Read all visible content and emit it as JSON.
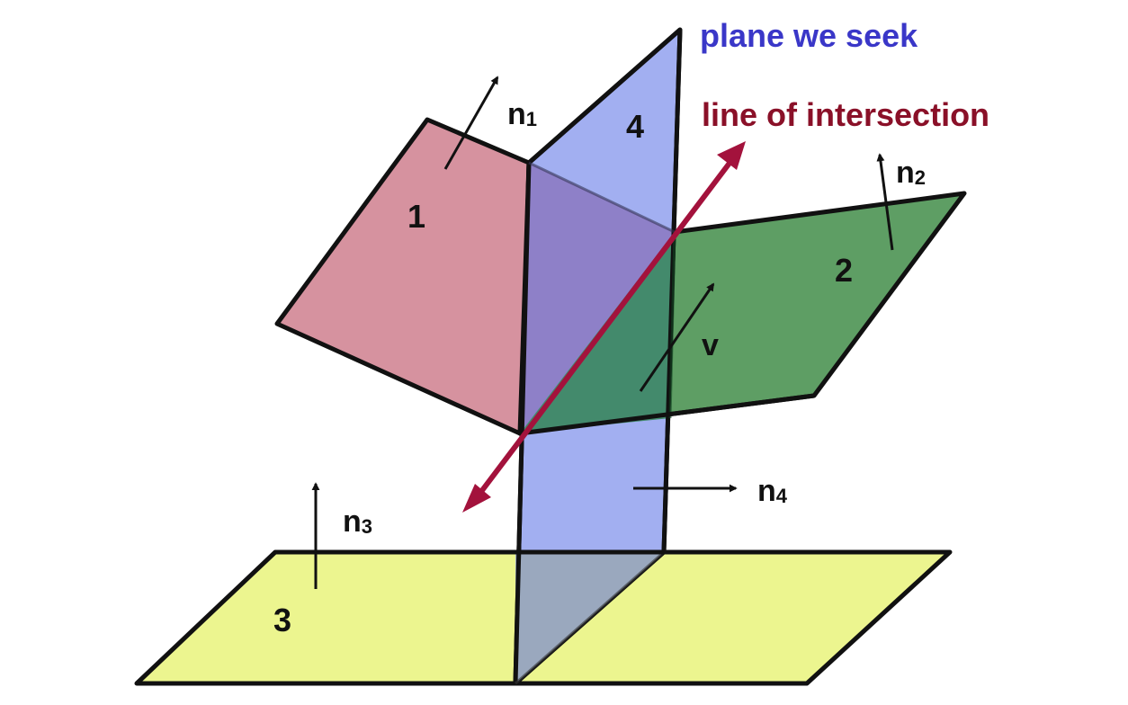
{
  "labels": {
    "plane_we_seek": "plane we seek",
    "line_of_intersection": "line of intersection",
    "plane_1": "1",
    "plane_2": "2",
    "plane_3": "3",
    "plane_4": "4",
    "normal_1": {
      "base": "n",
      "sub": "1"
    },
    "normal_2": {
      "base": "n",
      "sub": "2"
    },
    "normal_3": {
      "base": "n",
      "sub": "3"
    },
    "normal_4": {
      "base": "n",
      "sub": "4"
    },
    "vector_v": "v"
  },
  "colors": {
    "plane_1": "#d6929f",
    "plane_2": "#5e9e64",
    "plane_3": "#ecf58f",
    "plane_4": "#9aa8f0",
    "plane_4_over_1": "#8e80c8",
    "plane_4_over_2": "#438a6c",
    "plane_4_over_3": "#9aa8be",
    "outline": "#111111",
    "intersection_line": "#a3123c",
    "plane_we_seek_text": "#3a37c8",
    "line_of_intersection_text": "#8a1028",
    "arrow": "#111111"
  }
}
